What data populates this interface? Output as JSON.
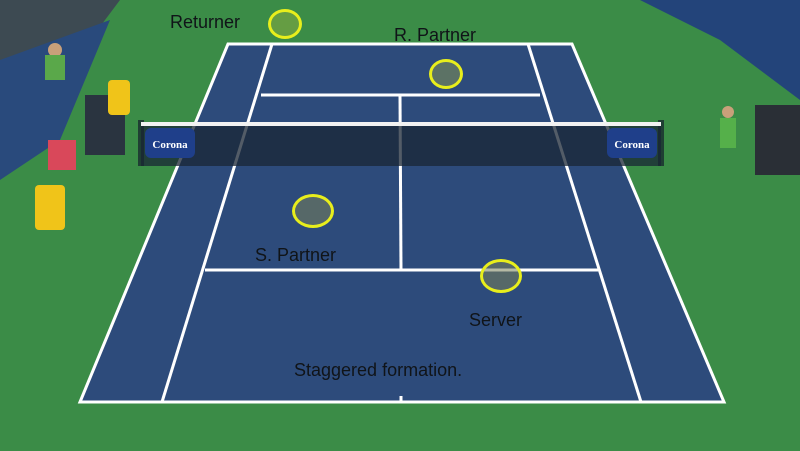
{
  "labels": {
    "returner": "Returner",
    "returner_partner": "R. Partner",
    "server_partner": "S. Partner",
    "server": "Server",
    "caption": "Staggered formation."
  },
  "sponsor": {
    "banner_text": "Corona"
  },
  "colors": {
    "court": "#2b4a7a",
    "surround": "#3a8a46",
    "lines": "#ffffff",
    "marker": "#e8ee1c",
    "label_text": "#101418"
  }
}
